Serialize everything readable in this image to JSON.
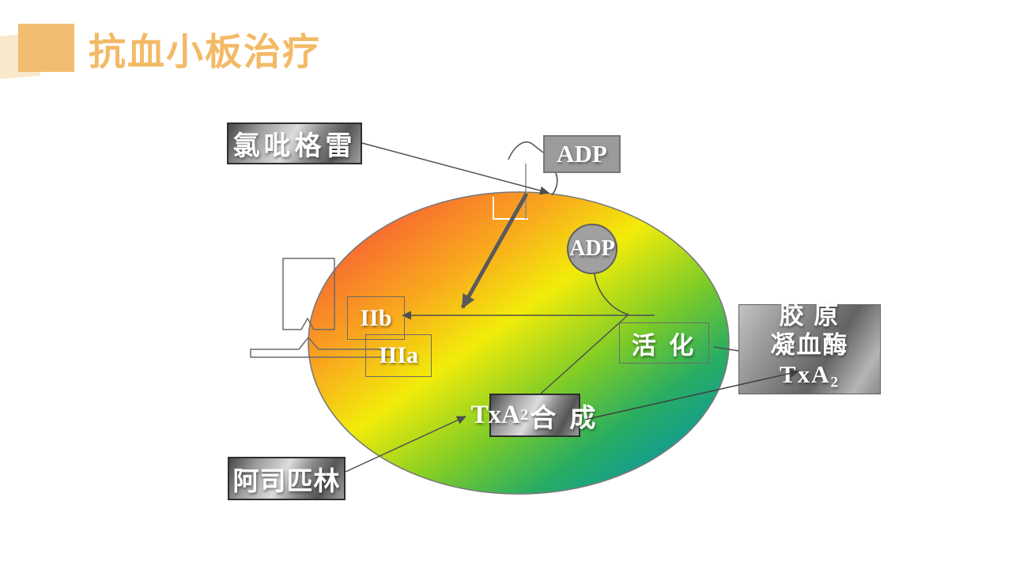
{
  "slide": {
    "title": "抗血小板治疗"
  },
  "labels": {
    "clopidogrel": "氯吡格雷",
    "aspirin": "阿司匹林",
    "adp_free": "ADP",
    "adp_internal": "ADP",
    "gp_iib": "IIb",
    "gp_iiia": "IIIa",
    "activation": "活 化",
    "txa2_synthesis_prefix": "TxA",
    "txa2_synthesis_sub": "2",
    "txa2_synthesis_suffix": "合 成",
    "agonists_line1": "胶 原",
    "agonists_line2": "凝血酶",
    "agonists_line3_prefix": "TxA",
    "agonists_line3_sub": "2"
  },
  "colors": {
    "title_text": "#F3BA66",
    "accent_square": "#F1BE71",
    "accent_back_shape": "#FAE8CB",
    "platelet_gradient": [
      "#F5434F",
      "#F8702F",
      "#F9A71E",
      "#F2EC0A",
      "#7ECC27",
      "#29AD62",
      "#109B96",
      "#2E86C3"
    ],
    "gray_box": "#9b9b9b",
    "connector": "#4f4f4f",
    "label_text": "#FFFFFF"
  }
}
